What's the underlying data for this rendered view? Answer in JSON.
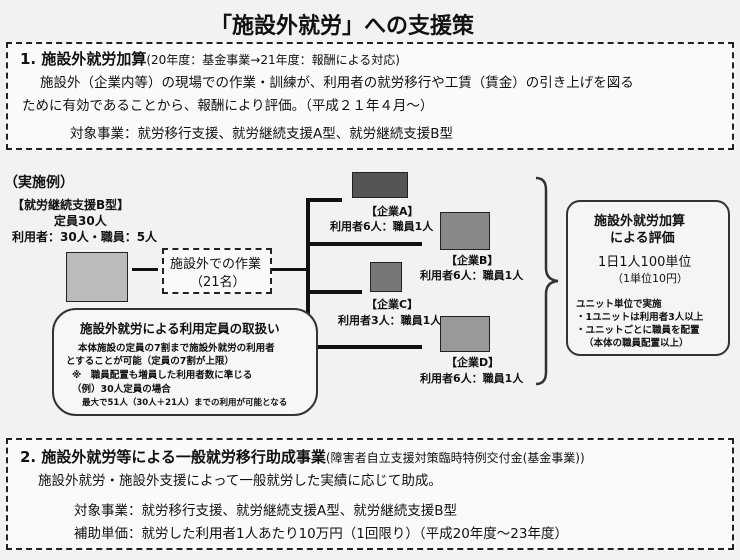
{
  "title": "「施設外就労」への支援策",
  "section1": {
    "heading": "1. 施設外就労加算",
    "note": "(20年度：基金事業→21年度：報酬による対応)",
    "body1": "施設外（企業内等）の現場での作業・訓練が、利用者の就労移行や工賃（賃金）の引き上げを図る",
    "body2": "ために有効であることから、報酬により評価。（平成２１年４月～）",
    "targets": "対象事業：就労移行支援、就労継続支援A型、就労継続支援B型"
  },
  "example": {
    "label": "（実施例）",
    "facility_type": "【就労継続支援B型】",
    "capacity": "定員30人",
    "staff": "利用者：30人・職員：5人",
    "work_label": "施設外での作業",
    "work_count": "（21名）",
    "bubble": {
      "title": "施設外就労による利用定員の取扱い",
      "line1": "本体施設の定員の7割まで施設外就労の利用者",
      "line2": "とすることが可能（定員の7割が上限）",
      "line3": "※　職員配置も増員した利用者数に準じる",
      "line4": "（例）30人定員の場合",
      "line5": "最大で51人（30人＋21人）までの利用が可能となる"
    },
    "companies": [
      {
        "name": "【企業A】",
        "detail": "利用者6人：職員1人"
      },
      {
        "name": "【企業B】",
        "detail": "利用者6人：職員1人"
      },
      {
        "name": "【企業C】",
        "detail": "利用者3人：職員1人"
      },
      {
        "name": "【企業D】",
        "detail": "利用者6人：職員1人"
      }
    ],
    "evaluation": {
      "title1": "施設外就労加算",
      "title2": "による評価",
      "rate": "1日1人100単位",
      "unit": "（1単位10円）",
      "u0": "ユニット単位で実施",
      "u1": "・1ユニットは利用者3人以上",
      "u2": "・ユニットごとに職員を配置",
      "u3": "（本体の職員配置以上）"
    }
  },
  "section2": {
    "heading": "2. 施設外就労等による一般就労移行助成事業",
    "note": "(障害者自立支援対策臨時特例交付金(基金事業))",
    "body": "施設外就労・施設外支援によって一般就労した実績に応じて助成。",
    "targets": "対象事業：就労移行支援、就労継続支援A型、就労継続支援B型",
    "subsidy": "補助単価：就労した利用者1人あたり10万円（1回限り）（平成20年度～23年度）"
  }
}
